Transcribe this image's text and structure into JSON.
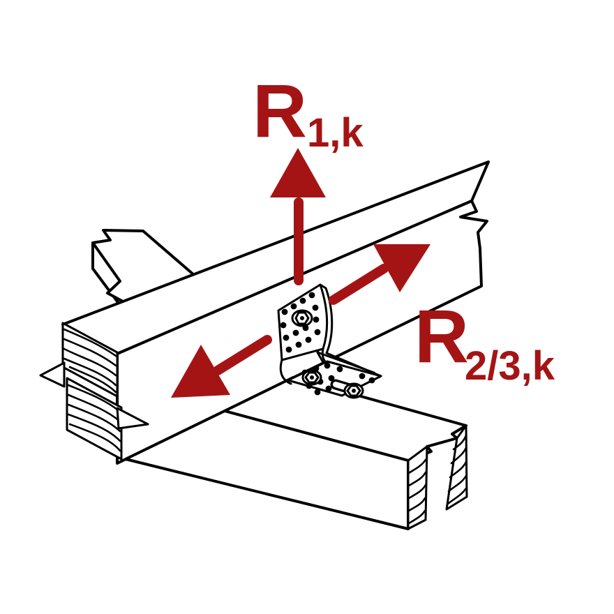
{
  "diagram": {
    "labels": {
      "r1": {
        "main": "R",
        "sub": "1,k"
      },
      "r23": {
        "main": "R",
        "sub": "2/3,k"
      }
    },
    "colors": {
      "arrow": "#a51414",
      "line": "#000000",
      "background": "#ffffff"
    },
    "components": {
      "upper_beam": "horizontal timber beam with broken ends",
      "lower_beam": "crossing timber beam with broken end",
      "background_beam_end": "beam end visible behind upper beam",
      "bracket": "perforated reinforced angle bracket with hex bolts",
      "arrow_up": "uplift load direction R1,k",
      "arrow_up_right": "lateral load direction along beam",
      "arrow_down_left": "lateral load direction along beam"
    }
  }
}
